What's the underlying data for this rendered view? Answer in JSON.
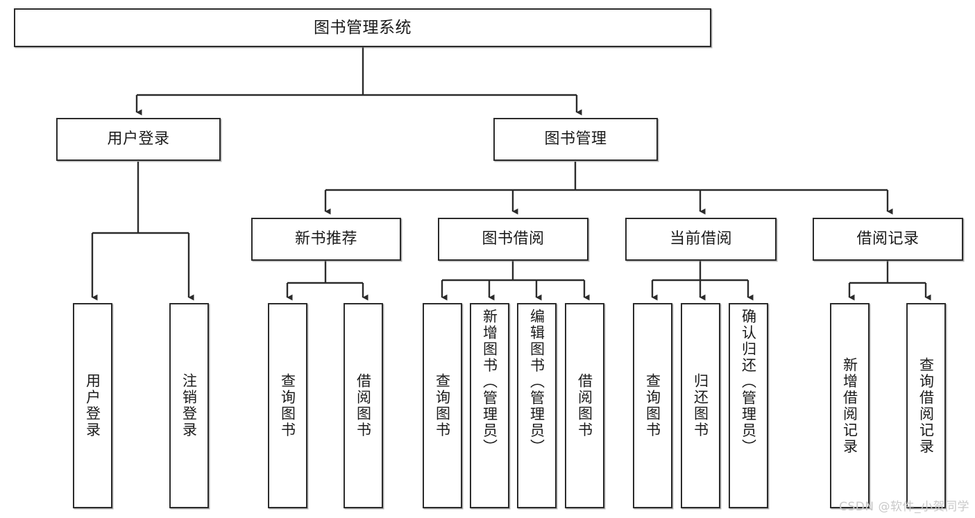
{
  "diagram": {
    "type": "tree-hierarchy",
    "title": "图书管理系统",
    "orientation": "top-down",
    "stroke_color": "#2b2b2b",
    "fill_color": "#ffffff",
    "text_color": "#1b1b1b"
  },
  "root": {
    "label": "图书管理系统"
  },
  "level2": [
    {
      "label": "用户登录"
    },
    {
      "label": "图书管理"
    }
  ],
  "level3": [
    {
      "label": "新书推荐"
    },
    {
      "label": "图书借阅"
    },
    {
      "label": "当前借阅"
    },
    {
      "label": "借阅记录"
    }
  ],
  "leaves": {
    "user_login": [
      {
        "label": "用户登录"
      },
      {
        "label": "注销登录"
      }
    ],
    "new_book_recommend": [
      {
        "label": "查询图书"
      },
      {
        "label": "借阅图书"
      }
    ],
    "book_borrow": [
      {
        "label": "查询图书"
      },
      {
        "label": "新增图书（管理员）"
      },
      {
        "label": "编辑图书（管理员）"
      },
      {
        "label": "借阅图书"
      }
    ],
    "current_borrow": [
      {
        "label": "查询图书"
      },
      {
        "label": "归还图书"
      },
      {
        "label": "确认归还（管理员）"
      }
    ],
    "borrow_record": [
      {
        "label": "新增借阅记录"
      },
      {
        "label": "查询借阅记录"
      }
    ]
  },
  "watermark": {
    "text": "CSDN @软件_小贺同学"
  }
}
